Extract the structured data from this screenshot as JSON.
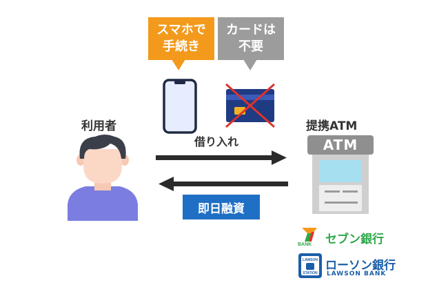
{
  "bubbles": {
    "smartphone_line1": "スマホで",
    "smartphone_line2": "手続き",
    "card_line1": "カードは",
    "card_line2": "不要"
  },
  "labels": {
    "user": "利用者",
    "atm_partner": "提携ATM",
    "borrow": "借り入れ",
    "instant_loan": "即日融資",
    "atm_sign": "ATM"
  },
  "banks": {
    "seven": "セブン銀行",
    "seven_badge": "BANK",
    "lawson": "ローソン銀行",
    "lawson_sub": "LAWSON BANK",
    "lawson_badge_top": "LAWSON",
    "lawson_badge_bottom": "STATION"
  },
  "colors": {
    "orange": "#f39a1c",
    "gray": "#9c9c9c",
    "navy": "#1f3b82",
    "blue": "#1f6fc5",
    "arrow": "#2b2b2b",
    "cross": "#e0322c",
    "user_body": "#7b7ee0"
  }
}
